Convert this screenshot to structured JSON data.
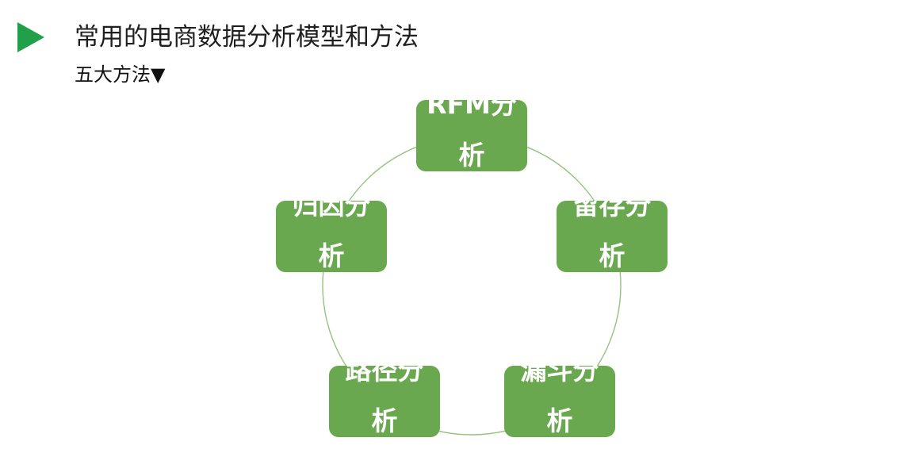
{
  "header": {
    "title": "常用的电商数据分析模型和方法",
    "subtitle": "五大方法▼"
  },
  "diagram": {
    "nodes": [
      {
        "id": "rfm",
        "label": "RFM分析"
      },
      {
        "id": "retention",
        "label": "留存分析"
      },
      {
        "id": "funnel",
        "label": "漏斗分析"
      },
      {
        "id": "path",
        "label": "路径分析"
      },
      {
        "id": "attribution",
        "label": "归因分析"
      }
    ],
    "colors": {
      "node_fill": "#6aa84f",
      "node_text": "#ffffff",
      "cycle_line": "#93c47d",
      "title_marker": "#21a04a"
    }
  }
}
